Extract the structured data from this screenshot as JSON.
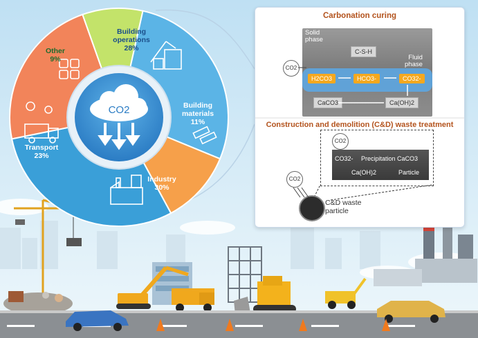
{
  "pie": {
    "center_label": "CO2",
    "sectors": [
      {
        "name": "Building operations",
        "line1": "Building",
        "line2": "operations",
        "pct": "28%",
        "value": 28,
        "color": "#5bb4e6"
      },
      {
        "name": "Building materials",
        "line1": "Building",
        "line2": "materials",
        "pct": "11%",
        "value": 11,
        "color": "#f6a04a"
      },
      {
        "name": "Industry",
        "line1": "Industry",
        "line2": "",
        "pct": "30%",
        "value": 30,
        "color": "#3a9fd8"
      },
      {
        "name": "Transport",
        "line1": "Transport",
        "line2": "",
        "pct": "23%",
        "value": 23,
        "color": "#f2845a"
      },
      {
        "name": "Other",
        "line1": "Other",
        "line2": "",
        "pct": "9%",
        "value": 9,
        "color": "#c3e36a"
      }
    ]
  },
  "carbonation": {
    "title": "Carbonation curing",
    "solid_phase": "Solid\nphase",
    "fluid_phase": "Fluid\nphase",
    "csh": "C-S-H",
    "co2": "CO2",
    "h2co3": "H2CO3",
    "hco3": "HCO3-",
    "co3": "CO32-",
    "caco3": "CaCO3",
    "caoh2": "Ca(OH)2"
  },
  "cdw": {
    "title": "Construction and demolition (C&D) waste treatment",
    "co2_top": "CO2",
    "co3": "CO32-",
    "precip": "Precipitation CaCO3",
    "caoh2": "Ca(OH)2",
    "particle_word": "Particle",
    "co2_left": "CO2",
    "waste_label": "C&D waste\nparticle"
  },
  "colors": {
    "sky_top": "#bfe0f3",
    "sky_bottom": "#e9f5fb",
    "road": "#8b8f93",
    "panel_title": "#b3531d",
    "chip_orange": "#f5a81e"
  }
}
